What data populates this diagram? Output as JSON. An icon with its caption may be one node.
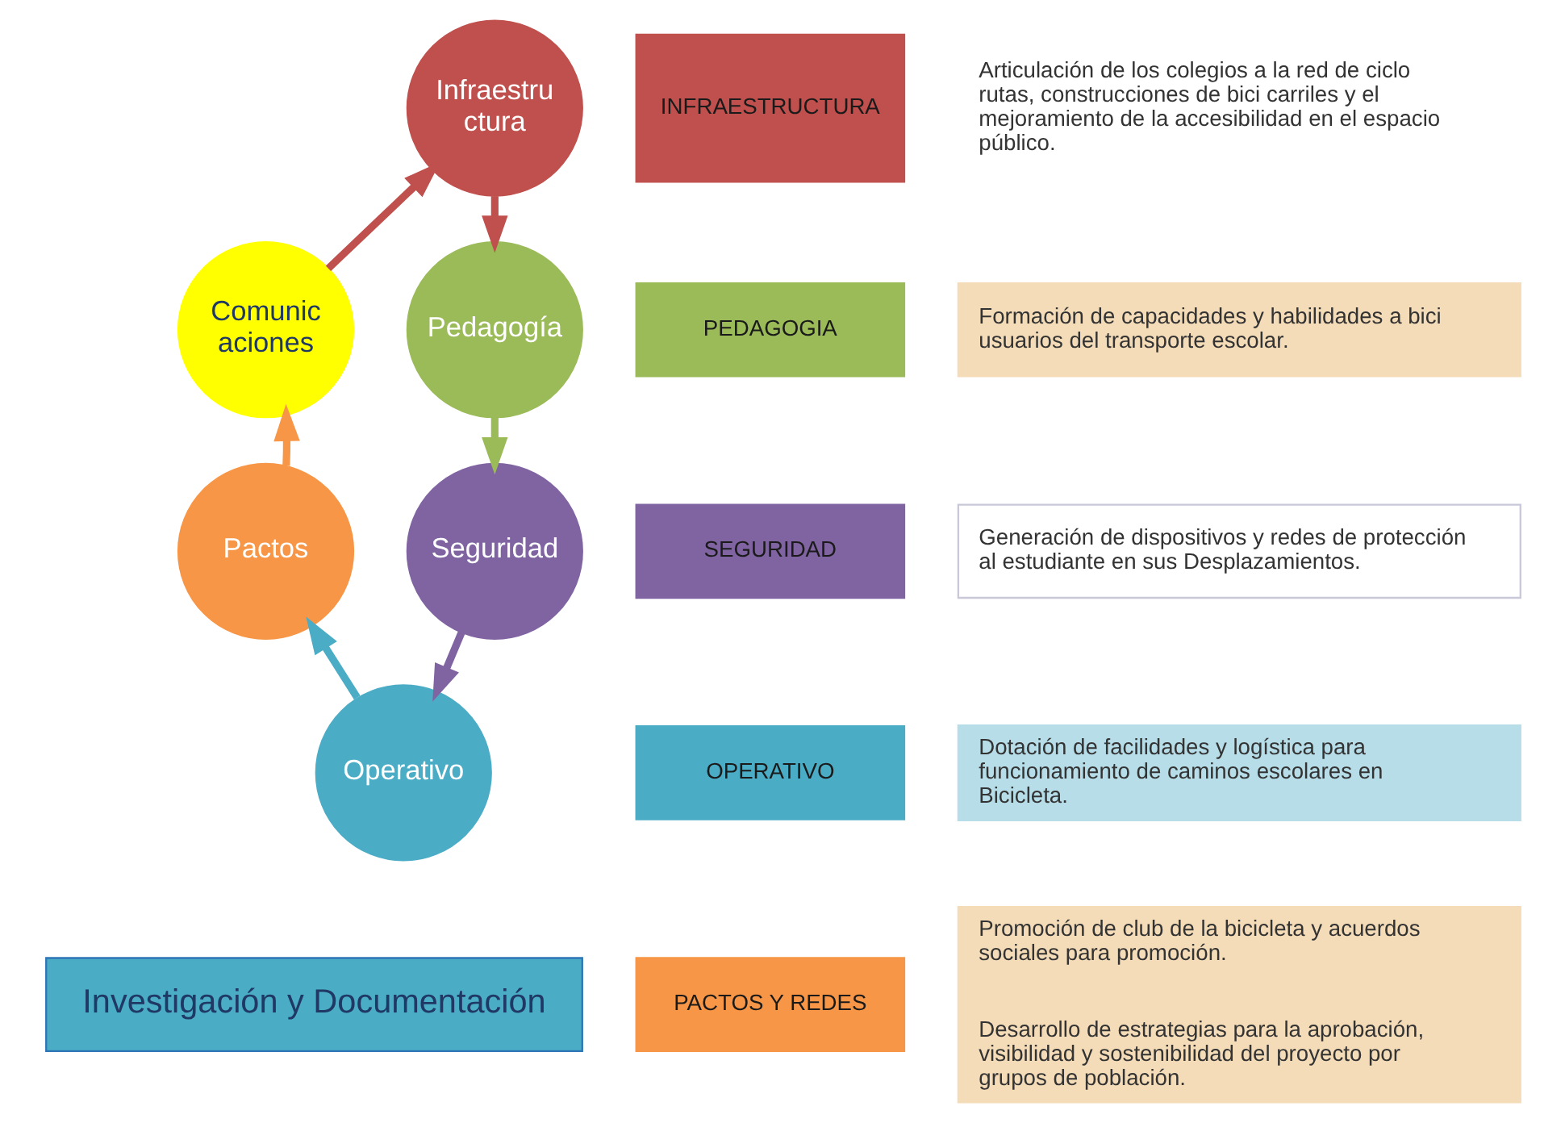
{
  "diagram": {
    "nodes": [
      {
        "text": [
          "Infraestru ctura"
        ]
      },
      {
        "text": [
          "Comunic aciones"
        ]
      },
      {
        "text": [
          "Pedagogía"
        ]
      },
      {
        "text": [
          "Pactos"
        ]
      },
      {
        "text": [
          "Seguridad"
        ]
      },
      {
        "text": [
          "Operativo"
        ]
      },
      {
        "text": [
          "Investigación y Documentación"
        ]
      },
      {
        "text": [
          "INFRAESTRUCTURA"
        ]
      },
      {
        "text": [
          "Articulación de los colegios a la red de ciclo rutas, construcciones de bici carriles y el mejoramiento de la accesibilidad en el espacio público."
        ]
      },
      {
        "text": [
          "PEDAGOGIA"
        ]
      },
      {
        "text": [
          "Formación de capacidades y habilidades a bici usuarios del transporte escolar."
        ]
      },
      {
        "text": [
          "SEGURIDAD"
        ]
      },
      {
        "text": [
          "Generación de dispositivos y redes de protección al estudiante en sus Desplazamientos."
        ]
      },
      {
        "text": [
          "OPERATIVO"
        ]
      },
      {
        "text": [
          "Dotación de facilidades y logística para funcionamiento de caminos escolares en Bicicleta."
        ]
      },
      {
        "text": [
          "PACTOS Y REDES"
        ]
      },
      {
        "text": [
          "Promoción de club de la bicicleta y acuerdos sociales para promoción.",
          "Desarrollo de estrategias para la aprobación, visibilidad y sostenibilidad del proyecto por grupos de población."
        ]
      }
    ],
    "edges": [
      {
        "from": 0,
        "to": 2,
        "arrow": "to",
        "color": "#c0504d"
      },
      {
        "from": 2,
        "to": 4,
        "arrow": "to",
        "color": "#9bbb59"
      },
      {
        "from": 4,
        "to": 5,
        "arrow": "to",
        "color": "#8064a2"
      },
      {
        "from": 5,
        "to": 3,
        "arrow": "to",
        "color": "#4bacc6"
      },
      {
        "from": 3,
        "to": 1,
        "arrow": "to",
        "color": "#f79646"
      },
      {
        "from": 1,
        "to": 0,
        "arrow": "to",
        "color": "#c0504d"
      }
    ]
  }
}
